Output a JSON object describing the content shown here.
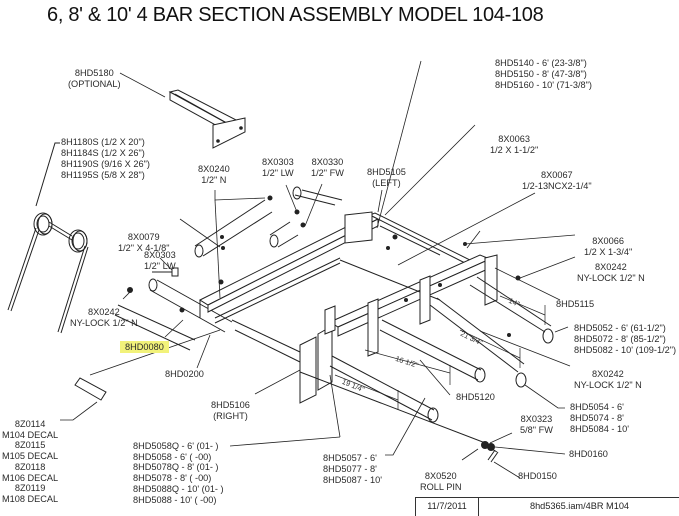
{
  "title": "6, 8' & 10' 4 BAR SECTION ASSEMBLY MODEL 104-108",
  "labels": {
    "mount_bracket": [
      "8HD5180",
      "(OPTIONAL)"
    ],
    "tines": [
      "8H1180S (1/2 X 20\")",
      "8H1184S (1/2 X 26\")",
      "8H1190S (9/16 X 26\")",
      "8H1195S (5/8 X 28\")"
    ],
    "nut_8x0240": [
      "8X0240",
      "1/2\" N"
    ],
    "lw_8x0303_top": [
      "8X0303",
      "1/2\" LW"
    ],
    "fw_8x0330": [
      "8X0330",
      "1/2\" FW"
    ],
    "frame_left": [
      "8HD5105",
      "(LEFT)"
    ],
    "main_bar": [
      "8HD5140 - 6' (23-3/8\")",
      "8HD5150 - 8' (47-3/8\")",
      "8HD5160 - 10' (71-3/8\")"
    ],
    "bolt_8x0063": [
      "8X0063",
      "1/2 X 1-1/2\""
    ],
    "bolt_8x0067": [
      "8X0067",
      "1/2-13NCX2-1/4\""
    ],
    "lw_8x0303_left": [
      "8X0303",
      "1/2\" LW"
    ],
    "bolt_8x0079": [
      "8X0079",
      "1/2\" X 4-1/8\""
    ],
    "bolt_8x0066": [
      "8X0066",
      "1/2 X 1-3/4\""
    ],
    "nylock_upper": [
      "8X0242",
      "NY-LOCK 1/2\" N"
    ],
    "nylock_left": [
      "8X0242",
      "NY-LOCK 1/2\" N"
    ],
    "part_8hd5115": [
      "8HD5115"
    ],
    "bar_8hd5052": [
      "8HD5052 - 6' (61-1/2\")",
      "8HD5072 - 8' (85-1/2\")",
      "8HD5082 - 10' (109-1/2\")"
    ],
    "nylock_lower": [
      "8X0242",
      "NY-LOCK 1/2\" N"
    ],
    "highlight_8hd0080": "8HD0080",
    "part_8hd0200": [
      "8HD0200"
    ],
    "frame_right": [
      "8HD5106",
      "(RIGHT)"
    ],
    "part_8hd5120": [
      "8HD5120"
    ],
    "bar_8hd5054": [
      "8HD5054 - 6'",
      "8HD5074 - 8'",
      "8HD5084 - 10'"
    ],
    "fw_8x0323": [
      "8X0323",
      "5/8\" FW"
    ],
    "part_8hd0160": [
      "8HD0160"
    ],
    "decals": [
      "8Z0114",
      "M104 DECAL",
      "8Z0115",
      "M105 DECAL",
      "8Z0118",
      "M106 DECAL",
      "8Z0119",
      "M108 DECAL"
    ],
    "bar_8hd5058": [
      "8HD5058Q - 6' (01- )",
      "8HD5058 - 6' ( -00)",
      "8HD5078Q - 8' (01- )",
      "8HD5078 - 8' ( -00)",
      "8HD5088Q - 10' (01- )",
      "8HD5088 - 10' ( -00)"
    ],
    "bar_8hd5057": [
      "8HD5057 - 6'",
      "8HD5077 - 8'",
      "8HD5087 - 10'"
    ],
    "roll_pin": [
      "8X0520",
      "ROLL PIN"
    ],
    "part_8hd0150": [
      "8HD0150"
    ]
  },
  "dimensions": {
    "d14": "14\"",
    "d21_3_4": "21 3/4\"",
    "d16_1_2": "16 1/2\"",
    "d19_1_4": "19 1/4\""
  },
  "titleblock": {
    "date": "11/7/2011",
    "file": "8hd5365.iam/4BR M104"
  },
  "colors": {
    "highlight": "#f2f27a",
    "line": "#222222"
  }
}
